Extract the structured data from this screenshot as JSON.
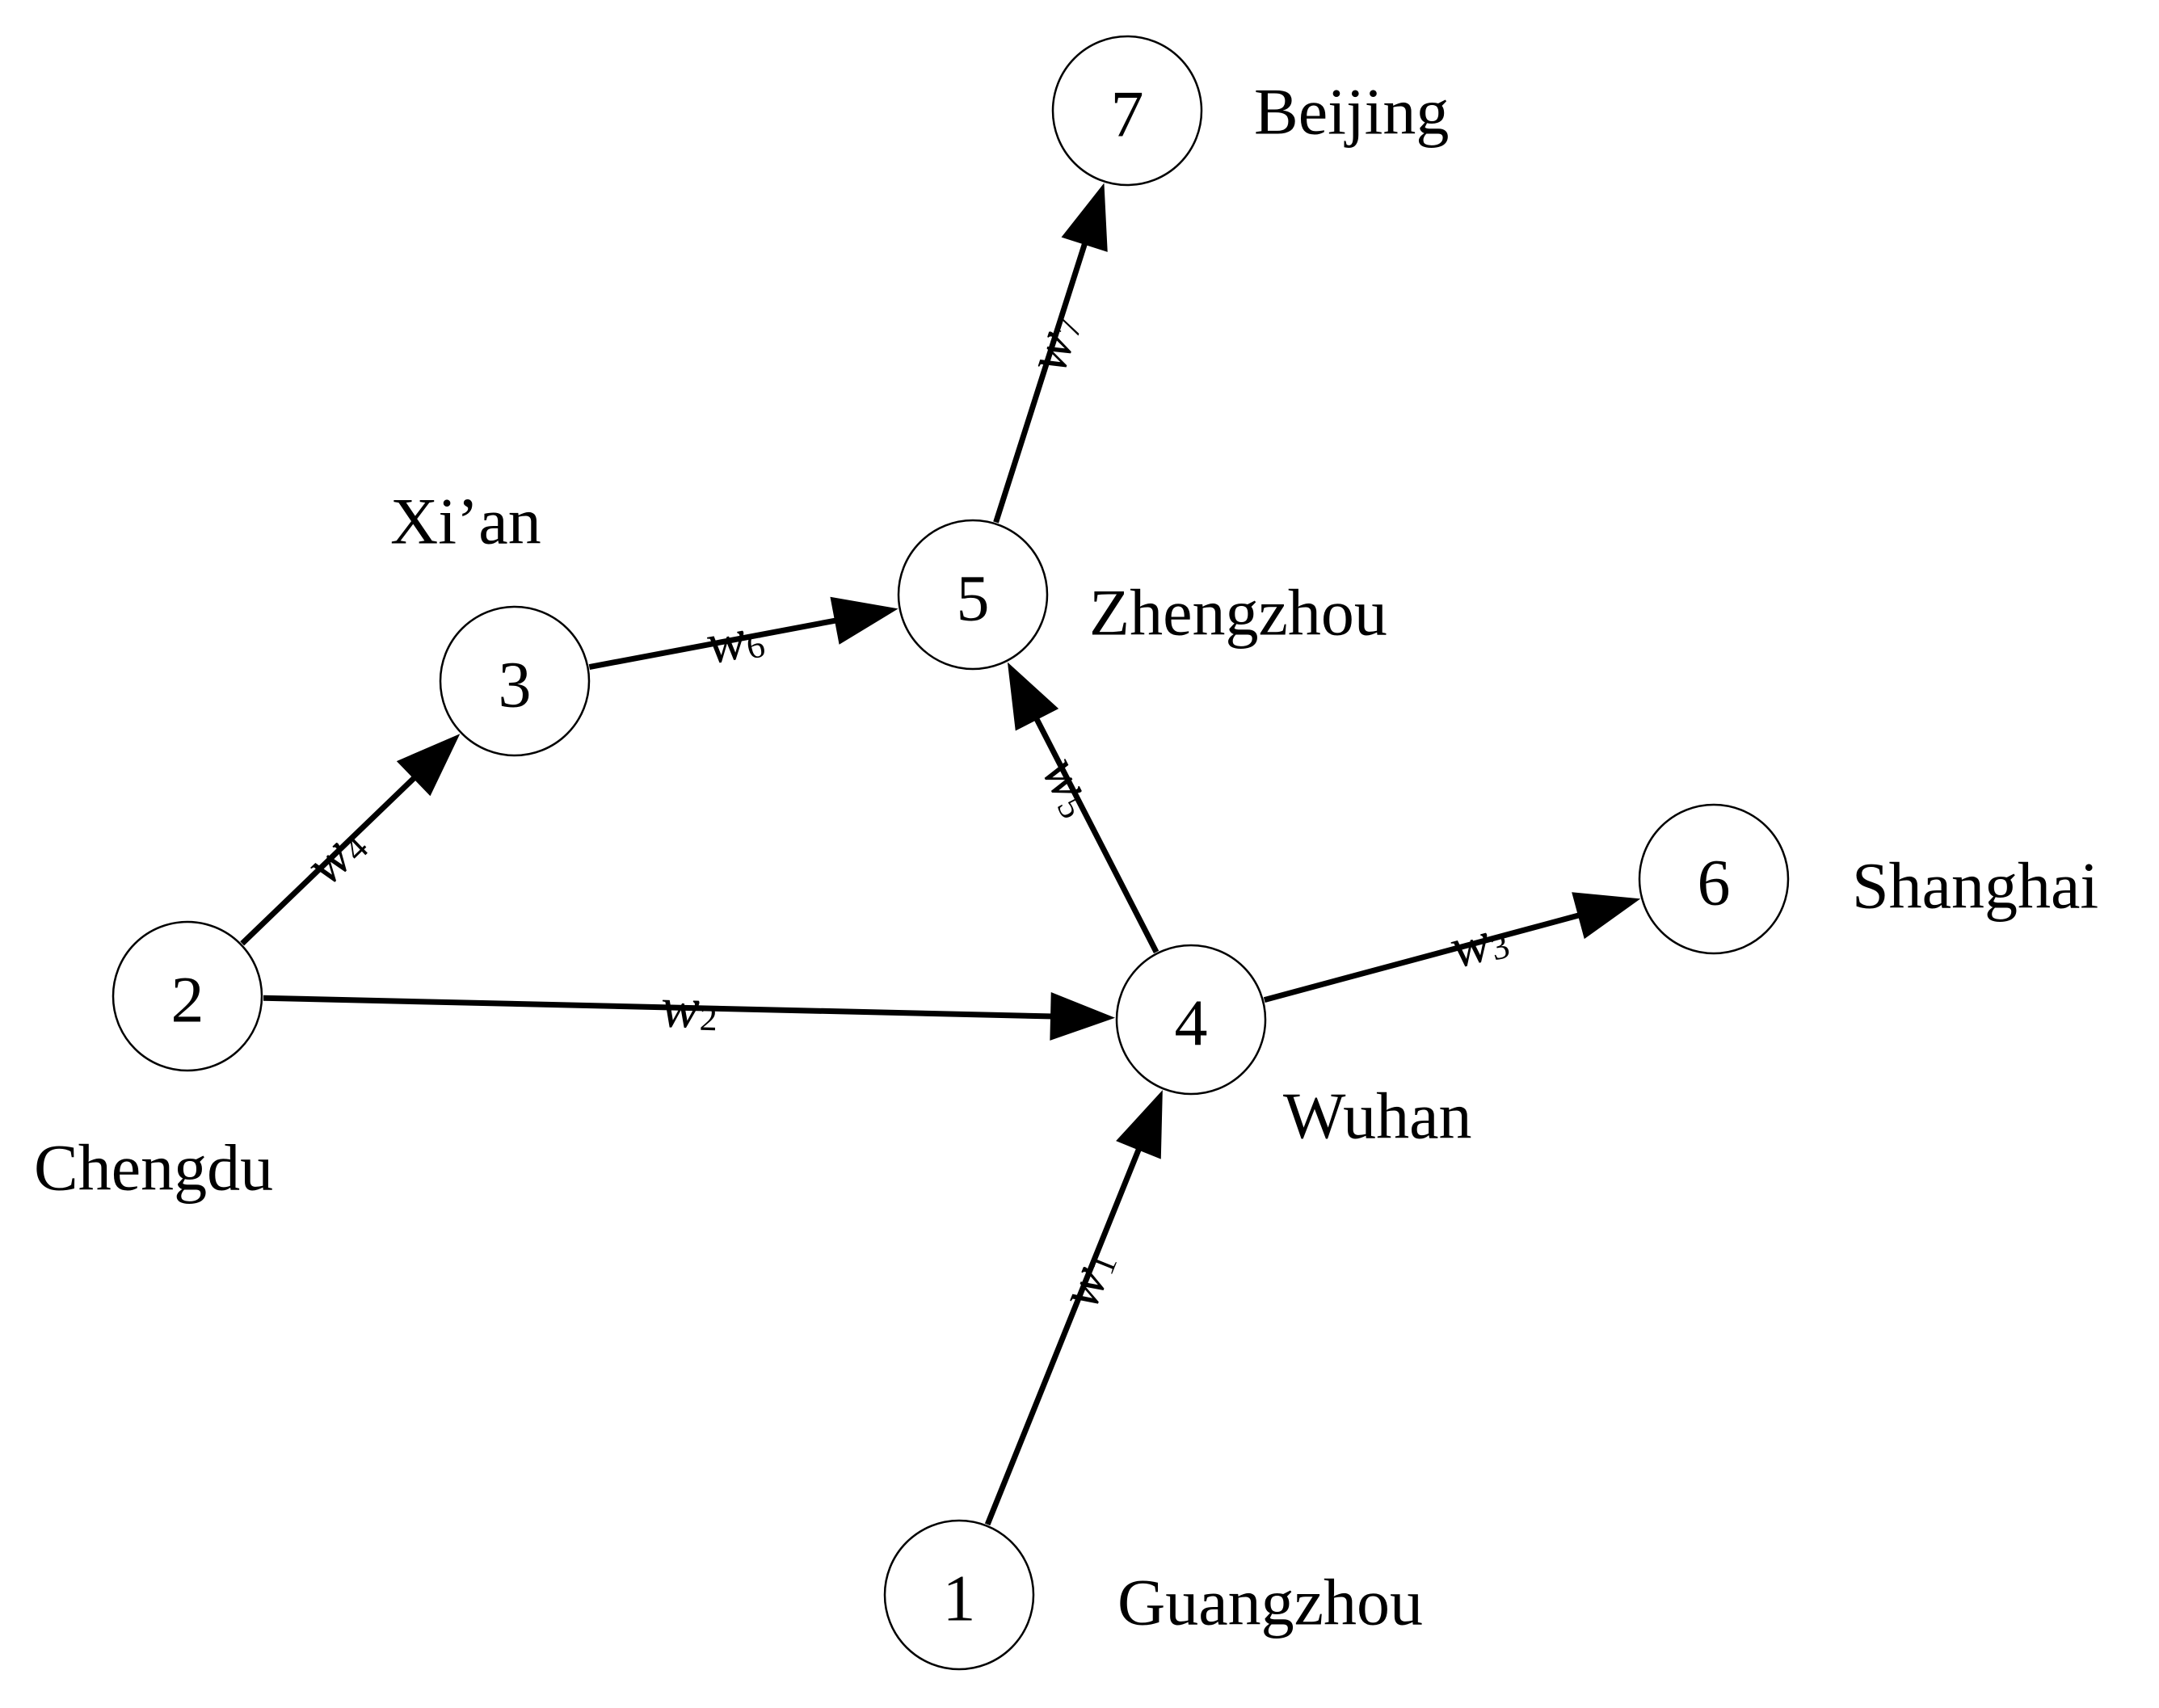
{
  "nodes": [
    {
      "id": "1",
      "label": "1",
      "city": "Guangzhou"
    },
    {
      "id": "2",
      "label": "2",
      "city": "Chengdu"
    },
    {
      "id": "3",
      "label": "3",
      "city": "Xi’an"
    },
    {
      "id": "4",
      "label": "4",
      "city": "Wuhan"
    },
    {
      "id": "5",
      "label": "5",
      "city": "Zhengzhou"
    },
    {
      "id": "6",
      "label": "6",
      "city": "Shanghai"
    },
    {
      "id": "7",
      "label": "7",
      "city": "Beijing"
    }
  ],
  "edges": [
    {
      "from": "1",
      "to": "4",
      "weight": "w",
      "sub": "1"
    },
    {
      "from": "2",
      "to": "4",
      "weight": "w",
      "sub": "2"
    },
    {
      "from": "4",
      "to": "6",
      "weight": "w",
      "sub": "3"
    },
    {
      "from": "2",
      "to": "3",
      "weight": "w",
      "sub": "4"
    },
    {
      "from": "4",
      "to": "5",
      "weight": "w",
      "sub": "5"
    },
    {
      "from": "3",
      "to": "5",
      "weight": "w",
      "sub": "6"
    },
    {
      "from": "5",
      "to": "7",
      "weight": "w",
      "sub": "7"
    }
  ]
}
